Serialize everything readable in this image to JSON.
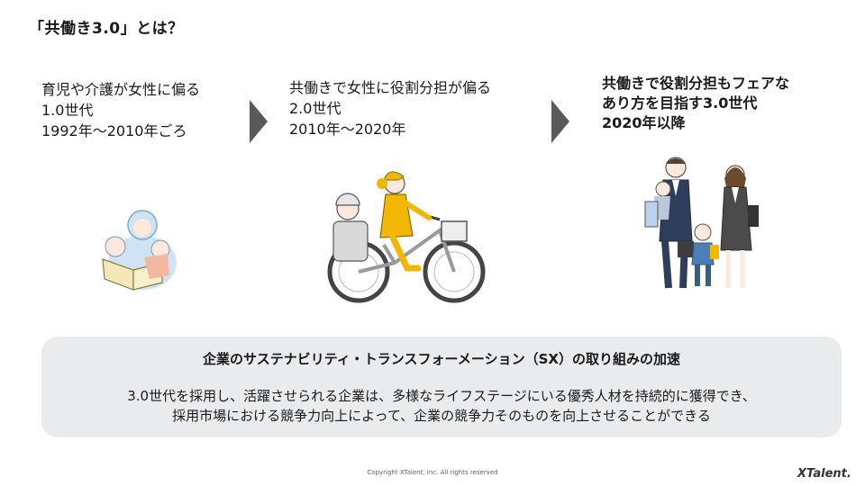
{
  "title": "「共働き3.0」とは？",
  "stages": [
    {
      "lines": [
        "育児や介護が女性に偏る",
        "1.0世代",
        "1992年〜2010年ごろ"
      ]
    },
    {
      "lines": [
        "共働きで女性に役割分担が偏る",
        "2.0世代",
        "2010年〜2020年"
      ]
    },
    {
      "lines": [
        "共働きで役割分担もフェアな",
        "あり方を目指す3.0世代",
        "2020年以降"
      ]
    }
  ],
  "summary": {
    "heading": "企業のサステナビリティ・トランスフォーメーション（SX）の取り組みの加速",
    "body": [
      "3.0世代を採用し、活躍させられる企業は、多様なライフステージにいる優秀人材を持続的に獲得でき、",
      "採用市場における競争力向上によって、企業の競争力そのものを向上させることができる"
    ]
  },
  "footer": {
    "copyright": "Copyright XTalent, Inc. All rights reserved",
    "logo": "XTalent."
  },
  "colors": {
    "accent": "#f2b705",
    "arrow": "#595959",
    "box": "#eaebed"
  }
}
